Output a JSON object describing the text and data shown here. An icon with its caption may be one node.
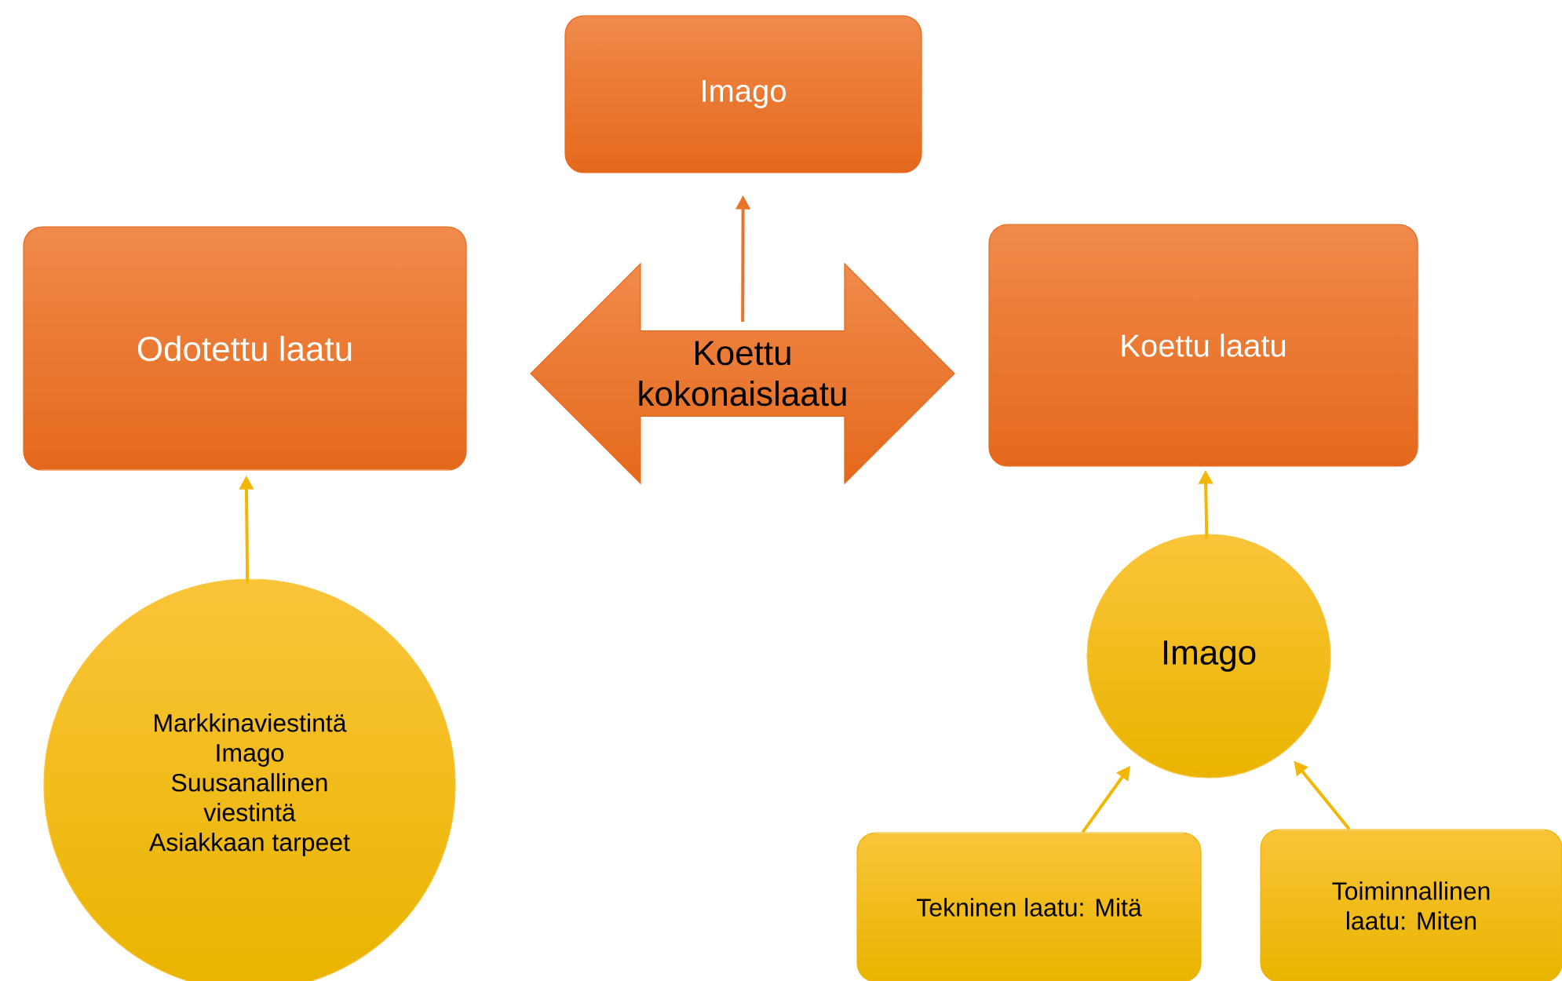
{
  "diagram": {
    "nodes": [
      {
        "text": [
          "Imago"
        ]
      },
      {
        "text": [
          "Odotettu laatu"
        ]
      },
      {
        "text": [
          "Koettu kokonaislaatu"
        ]
      },
      {
        "text": [
          "Koettu laatu"
        ]
      },
      {
        "text": [
          "Markkinaviestintä",
          "Imago",
          "Suusanallinen viestintä",
          "Asiakkaan tarpeet"
        ]
      },
      {
        "text": [
          "Imago"
        ]
      },
      {
        "text": [
          "Tekninen laatu: Mitä"
        ]
      },
      {
        "text": [
          "Toiminnallinen laatu: Miten"
        ]
      }
    ],
    "edges": [
      {
        "from": 2,
        "to": 0,
        "arrow": "to",
        "color": "#e8742a"
      },
      {
        "from": 4,
        "to": 1,
        "arrow": "to"
      },
      {
        "from": 5,
        "to": 3,
        "arrow": "to"
      },
      {
        "from": 6,
        "to": 5,
        "arrow": "to"
      },
      {
        "from": 7,
        "to": 5,
        "arrow": "to"
      }
    ]
  }
}
